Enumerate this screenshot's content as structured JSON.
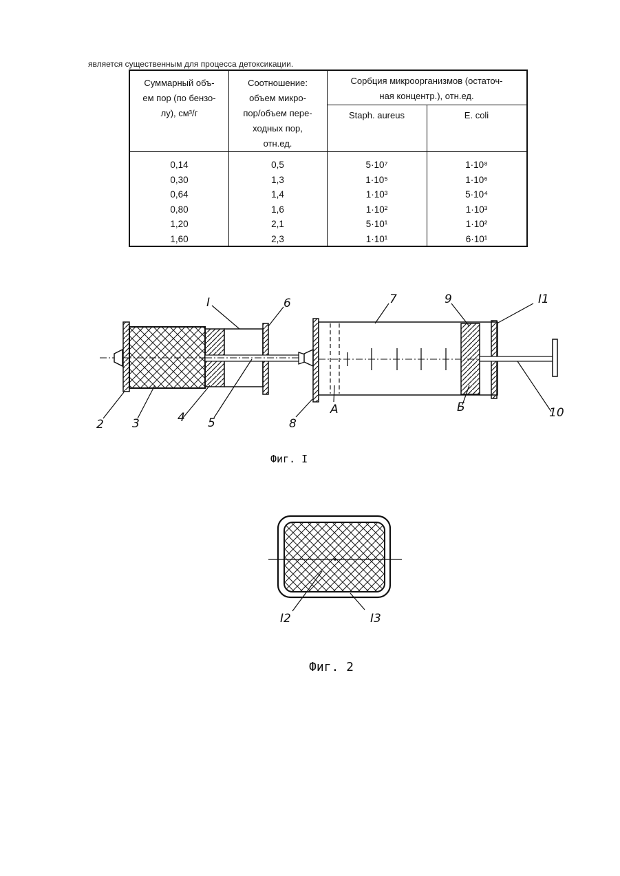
{
  "intro_text": "является существенным для процесса детоксикации.",
  "table": {
    "col1_header": [
      "Суммарный объ-",
      "ем пор (по бензо-",
      "лу), см³/г"
    ],
    "col2_header": [
      "Соотношение:",
      "объем микро-",
      "пор/объем пере-",
      "ходных пор,",
      "отн.ед."
    ],
    "group_header": [
      "Сорбция микроорганизмов (остаточ-",
      "ная концентр.), отн.ед."
    ],
    "sub_headers": [
      "Staph. aureus",
      "E. coli"
    ],
    "rows": [
      {
        "volume": "0,14",
        "ratio": "0,5",
        "staph": "5·10⁷",
        "coli": "1·10⁸"
      },
      {
        "volume": "0,30",
        "ratio": "1,3",
        "staph": "1·10⁵",
        "coli": "1·10⁶"
      },
      {
        "volume": "0,64",
        "ratio": "1,4",
        "staph": "1·10³",
        "coli": "5·10⁴"
      },
      {
        "volume": "0,80",
        "ratio": "1,6",
        "staph": "1·10²",
        "coli": "1·10³"
      },
      {
        "volume": "1,20",
        "ratio": "2,1",
        "staph": "5·10¹",
        "coli": "1·10²"
      },
      {
        "volume": "1,60",
        "ratio": "2,3",
        "staph": "1·10¹",
        "coli": "6·10¹"
      }
    ]
  },
  "fig1": {
    "caption": "Фиг. I",
    "labels": {
      "l1": "I",
      "l2": "2",
      "l3": "3",
      "l4": "4",
      "l5": "5",
      "l6": "6",
      "l7": "7",
      "l8": "8",
      "l9": "9",
      "l10": "10",
      "l11": "I1",
      "lA": "А",
      "lB": "Б"
    }
  },
  "fig2": {
    "caption": "Фиг. 2",
    "labels": {
      "l12": "I2",
      "l13": "I3"
    }
  }
}
